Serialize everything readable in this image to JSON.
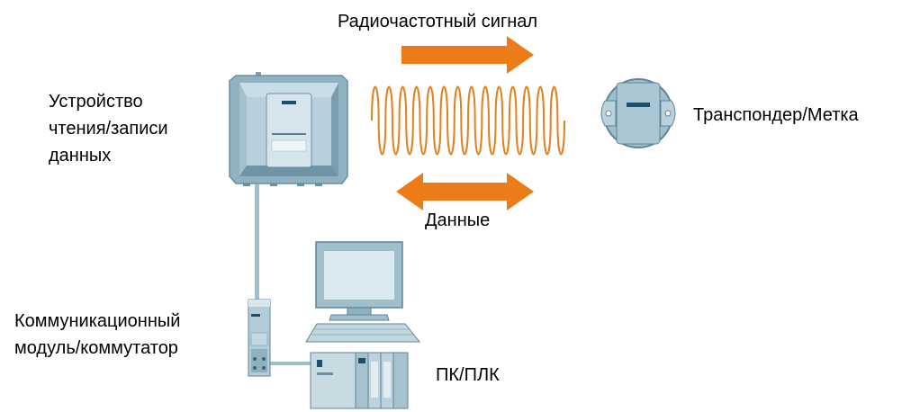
{
  "labels": {
    "rf_signal": "Радиочастотный  сигнал",
    "data": "Данные",
    "reader_line1": "Устройство",
    "reader_line2": "чтения/записи",
    "reader_line3": "данных",
    "transponder": "Транспондер/Метка",
    "comm_line1": "Коммуникационный",
    "comm_line2": "модуль/коммутатор",
    "pc_plc": "ПК/ПЛК"
  },
  "colors": {
    "arrow": "#ec7c18",
    "wave": "#e0821f",
    "device_fill": "#aec8d4",
    "device_dark": "#6b8fa1",
    "cable": "#9dbfcc"
  },
  "icons": [
    "reader-device-icon",
    "transponder-tag-icon",
    "comm-module-icon",
    "computer-icon",
    "plc-icon",
    "rf-wave-icon"
  ]
}
